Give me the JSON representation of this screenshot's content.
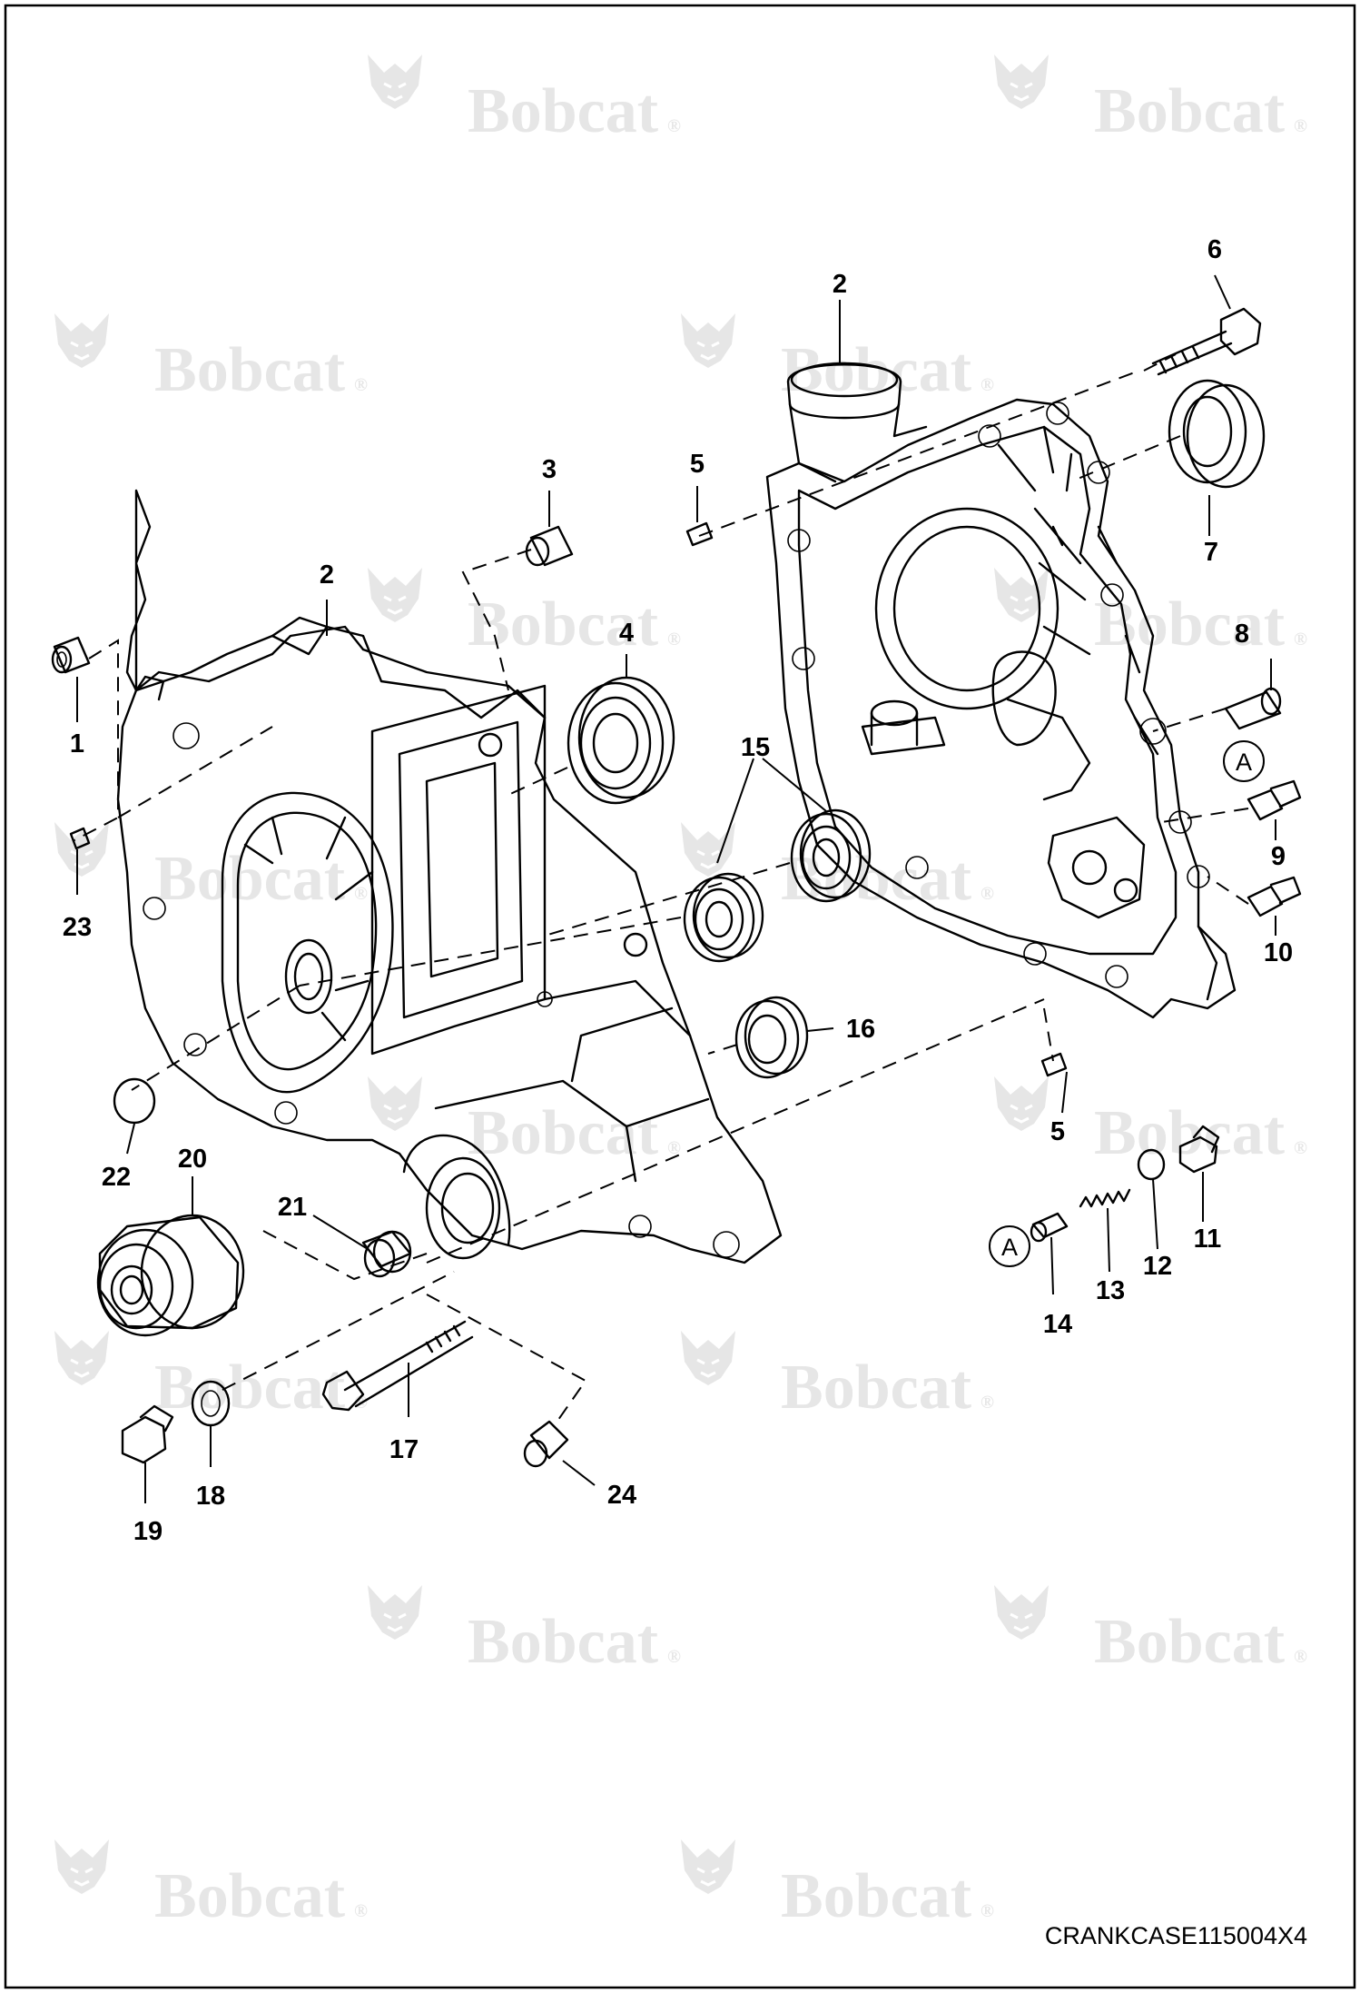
{
  "watermark": {
    "text": "Bobcat",
    "mark": "®",
    "icon": "bobcat-head-icon"
  },
  "drawing_code": "CRANKCASE115004X4",
  "callouts": [
    {
      "id": "c-1",
      "text": "1"
    },
    {
      "id": "c-2a",
      "text": "2"
    },
    {
      "id": "c-2b",
      "text": "2"
    },
    {
      "id": "c-3",
      "text": "3"
    },
    {
      "id": "c-4",
      "text": "4"
    },
    {
      "id": "c-5a",
      "text": "5"
    },
    {
      "id": "c-5b",
      "text": "5"
    },
    {
      "id": "c-6",
      "text": "6"
    },
    {
      "id": "c-7",
      "text": "7"
    },
    {
      "id": "c-8",
      "text": "8"
    },
    {
      "id": "c-9",
      "text": "9"
    },
    {
      "id": "c-10",
      "text": "10"
    },
    {
      "id": "c-11",
      "text": "11"
    },
    {
      "id": "c-12",
      "text": "12"
    },
    {
      "id": "c-13",
      "text": "13"
    },
    {
      "id": "c-14",
      "text": "14"
    },
    {
      "id": "c-15",
      "text": "15"
    },
    {
      "id": "c-16",
      "text": "16"
    },
    {
      "id": "c-17",
      "text": "17"
    },
    {
      "id": "c-18",
      "text": "18"
    },
    {
      "id": "c-19",
      "text": "19"
    },
    {
      "id": "c-20",
      "text": "20"
    },
    {
      "id": "c-21",
      "text": "21"
    },
    {
      "id": "c-22",
      "text": "22"
    },
    {
      "id": "c-23",
      "text": "23"
    },
    {
      "id": "c-24",
      "text": "24"
    }
  ],
  "reference_marks": [
    {
      "text": "A"
    },
    {
      "text": "A"
    }
  ]
}
